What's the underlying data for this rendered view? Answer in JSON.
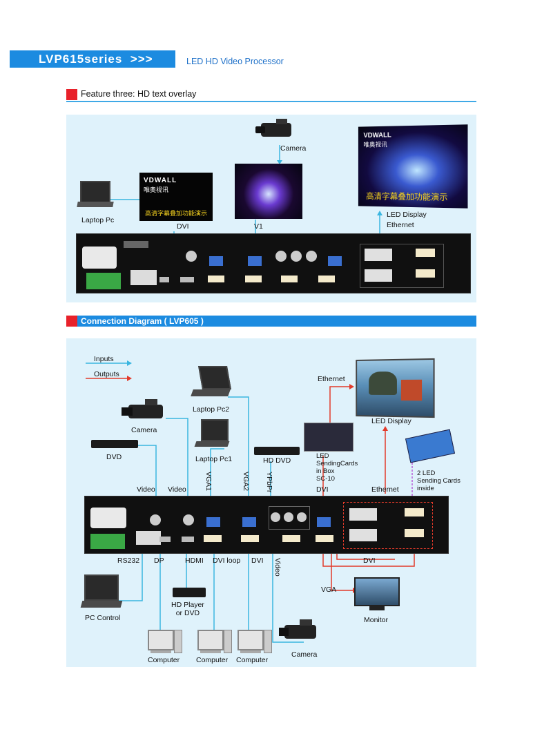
{
  "header": {
    "series": "LVP615series  >>>",
    "subtitle": "LED HD Video Processor"
  },
  "section1": {
    "title": "Feature three: HD text overlay",
    "labels": {
      "camera": "Camera",
      "laptop": "Laptop Pc",
      "dvi": "DVI",
      "v1": "V1",
      "led_display": "LED Display",
      "ethernet": "Ethernet"
    },
    "overlay_screen": {
      "brand": "VDWALL",
      "brand_cn": "唯奥视讯",
      "caption": "高清字幕叠加功能演示"
    },
    "led_screen": {
      "brand": "VDWALL",
      "brand_cn": "唯奥视讯",
      "caption": "高清字幕叠加功能演示"
    }
  },
  "section2": {
    "title": "Connection Diagram ( LVP605 )",
    "legend": {
      "inputs": "Inputs",
      "outputs": "Outputs"
    },
    "labels": {
      "ethernet_top": "Ethernet",
      "led_display": "LED Display",
      "laptop_pc2": "Laptop Pc2",
      "camera_top": "Camera",
      "dvd": "DVD",
      "laptop_pc1": "Laptop Pc1",
      "hd_dvd": "HD DVD",
      "sending_cards": "LED\nSendingCards\nin Box\nSC-10",
      "two_cards": "2 LED\nSending Cards\ninside",
      "video1": "Video",
      "video2": "Video",
      "vga1": "VGA1",
      "vga2": "VGA2",
      "ypbpr": "YPbPr",
      "dvi_in": "DVI",
      "ethernet_right": "Ethernet",
      "rs232": "RS232",
      "dp": "DP",
      "hdmi": "HDMI",
      "dvi_loop": "DVI loop",
      "dvi_bottom": "DVI",
      "video_vert": "Video",
      "dvi_out": "DVI",
      "vga_out": "VGA",
      "monitor": "Monitor",
      "pc_control": "PC Control",
      "hd_player": "HD Player\nor DVD",
      "camera_bottom": "Camera",
      "computer1": "Computer",
      "computer2": "Computer",
      "computer3": "Computer"
    }
  },
  "colors": {
    "inputs": "#3ab6e0",
    "outputs": "#e23a2a",
    "brand_blue": "#1c8be0",
    "panel": "#dff2fb"
  }
}
